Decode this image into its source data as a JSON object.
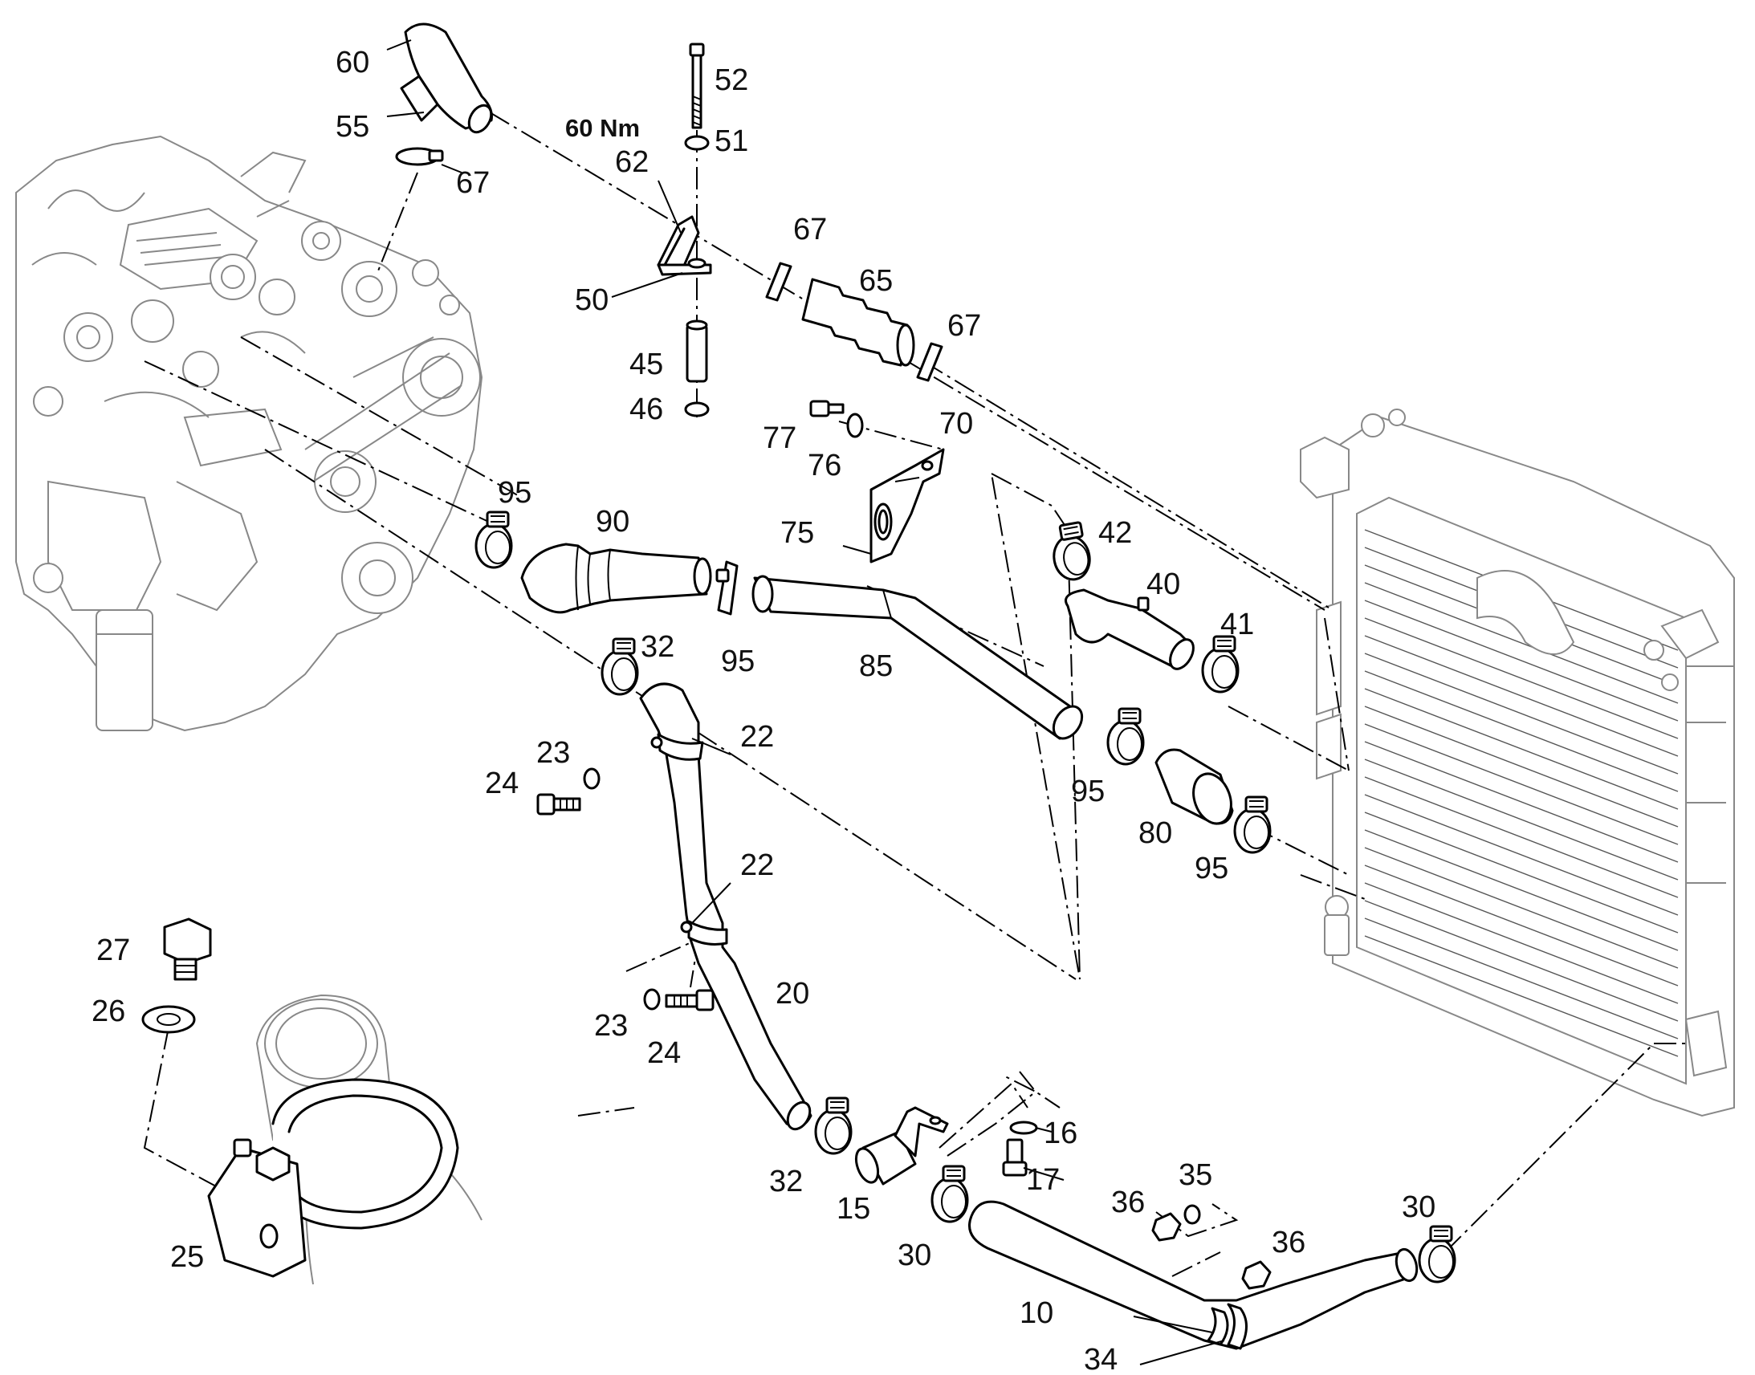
{
  "torque_label": "60 Nm",
  "callouts": [
    {
      "id": "c60a",
      "text": "60"
    },
    {
      "id": "c55",
      "text": "55"
    },
    {
      "id": "c67a",
      "text": "67"
    },
    {
      "id": "c52",
      "text": "52"
    },
    {
      "id": "c51",
      "text": "51"
    },
    {
      "id": "c62",
      "text": "62"
    },
    {
      "id": "c50",
      "text": "50"
    },
    {
      "id": "c45",
      "text": "45"
    },
    {
      "id": "c46",
      "text": "46"
    },
    {
      "id": "c67b",
      "text": "67"
    },
    {
      "id": "c65",
      "text": "65"
    },
    {
      "id": "c67c",
      "text": "67"
    },
    {
      "id": "c70",
      "text": "70"
    },
    {
      "id": "c77",
      "text": "77"
    },
    {
      "id": "c76",
      "text": "76"
    },
    {
      "id": "c75",
      "text": "75"
    },
    {
      "id": "c95a",
      "text": "95"
    },
    {
      "id": "c90",
      "text": "90"
    },
    {
      "id": "c95b",
      "text": "95"
    },
    {
      "id": "c85",
      "text": "85"
    },
    {
      "id": "c42",
      "text": "42"
    },
    {
      "id": "c40",
      "text": "40"
    },
    {
      "id": "c41",
      "text": "41"
    },
    {
      "id": "c32a",
      "text": "32"
    },
    {
      "id": "c22a",
      "text": "22"
    },
    {
      "id": "c23a",
      "text": "23"
    },
    {
      "id": "c24a",
      "text": "24"
    },
    {
      "id": "c95c",
      "text": "95"
    },
    {
      "id": "c80",
      "text": "80"
    },
    {
      "id": "c95d",
      "text": "95"
    },
    {
      "id": "c22b",
      "text": "22"
    },
    {
      "id": "c27",
      "text": "27"
    },
    {
      "id": "c26",
      "text": "26"
    },
    {
      "id": "c20",
      "text": "20"
    },
    {
      "id": "c23b",
      "text": "23"
    },
    {
      "id": "c24b",
      "text": "24"
    },
    {
      "id": "c16",
      "text": "16"
    },
    {
      "id": "c17",
      "text": "17"
    },
    {
      "id": "c32b",
      "text": "32"
    },
    {
      "id": "c15",
      "text": "15"
    },
    {
      "id": "c35",
      "text": "35"
    },
    {
      "id": "c36a",
      "text": "36"
    },
    {
      "id": "c30a",
      "text": "30"
    },
    {
      "id": "c30b",
      "text": "30"
    },
    {
      "id": "c36b",
      "text": "36"
    },
    {
      "id": "c25",
      "text": "25"
    },
    {
      "id": "c10",
      "text": "10"
    },
    {
      "id": "c34",
      "text": "34"
    }
  ]
}
